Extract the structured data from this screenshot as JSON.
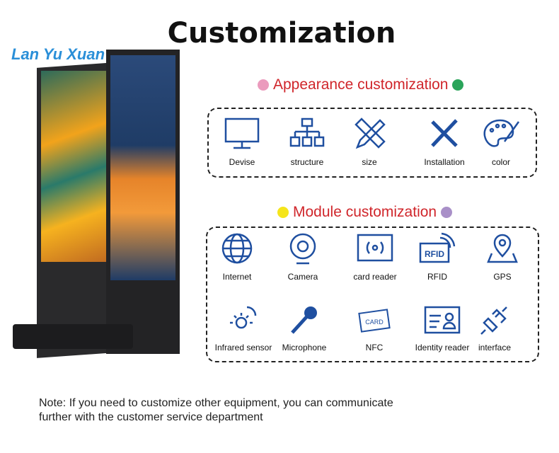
{
  "title": "Customization",
  "logo": "Lan Yu Xuan",
  "appearance": {
    "heading": "Appearance customization",
    "dot_left": "#eb9bbd",
    "dot_right": "#2aa45a",
    "items": [
      "Devise",
      "structure",
      "size",
      "Installation",
      "color"
    ]
  },
  "module": {
    "heading": "Module customization",
    "dot_left": "#f5e51b",
    "dot_right": "#a990c8",
    "row1": [
      "Internet",
      "Camera",
      "card reader",
      "RFID",
      "GPS"
    ],
    "row2": [
      "Infrared sensor",
      "Microphone",
      "NFC",
      "Identity reader",
      "interface"
    ]
  },
  "icon_text": {
    "rfid": "RFID",
    "card": "CARD"
  },
  "note": "Note: If you need to customize other equipment, you can communicate further with the customer service department",
  "colors": {
    "icon": "#1f4fa0",
    "heading": "#d0262b"
  }
}
